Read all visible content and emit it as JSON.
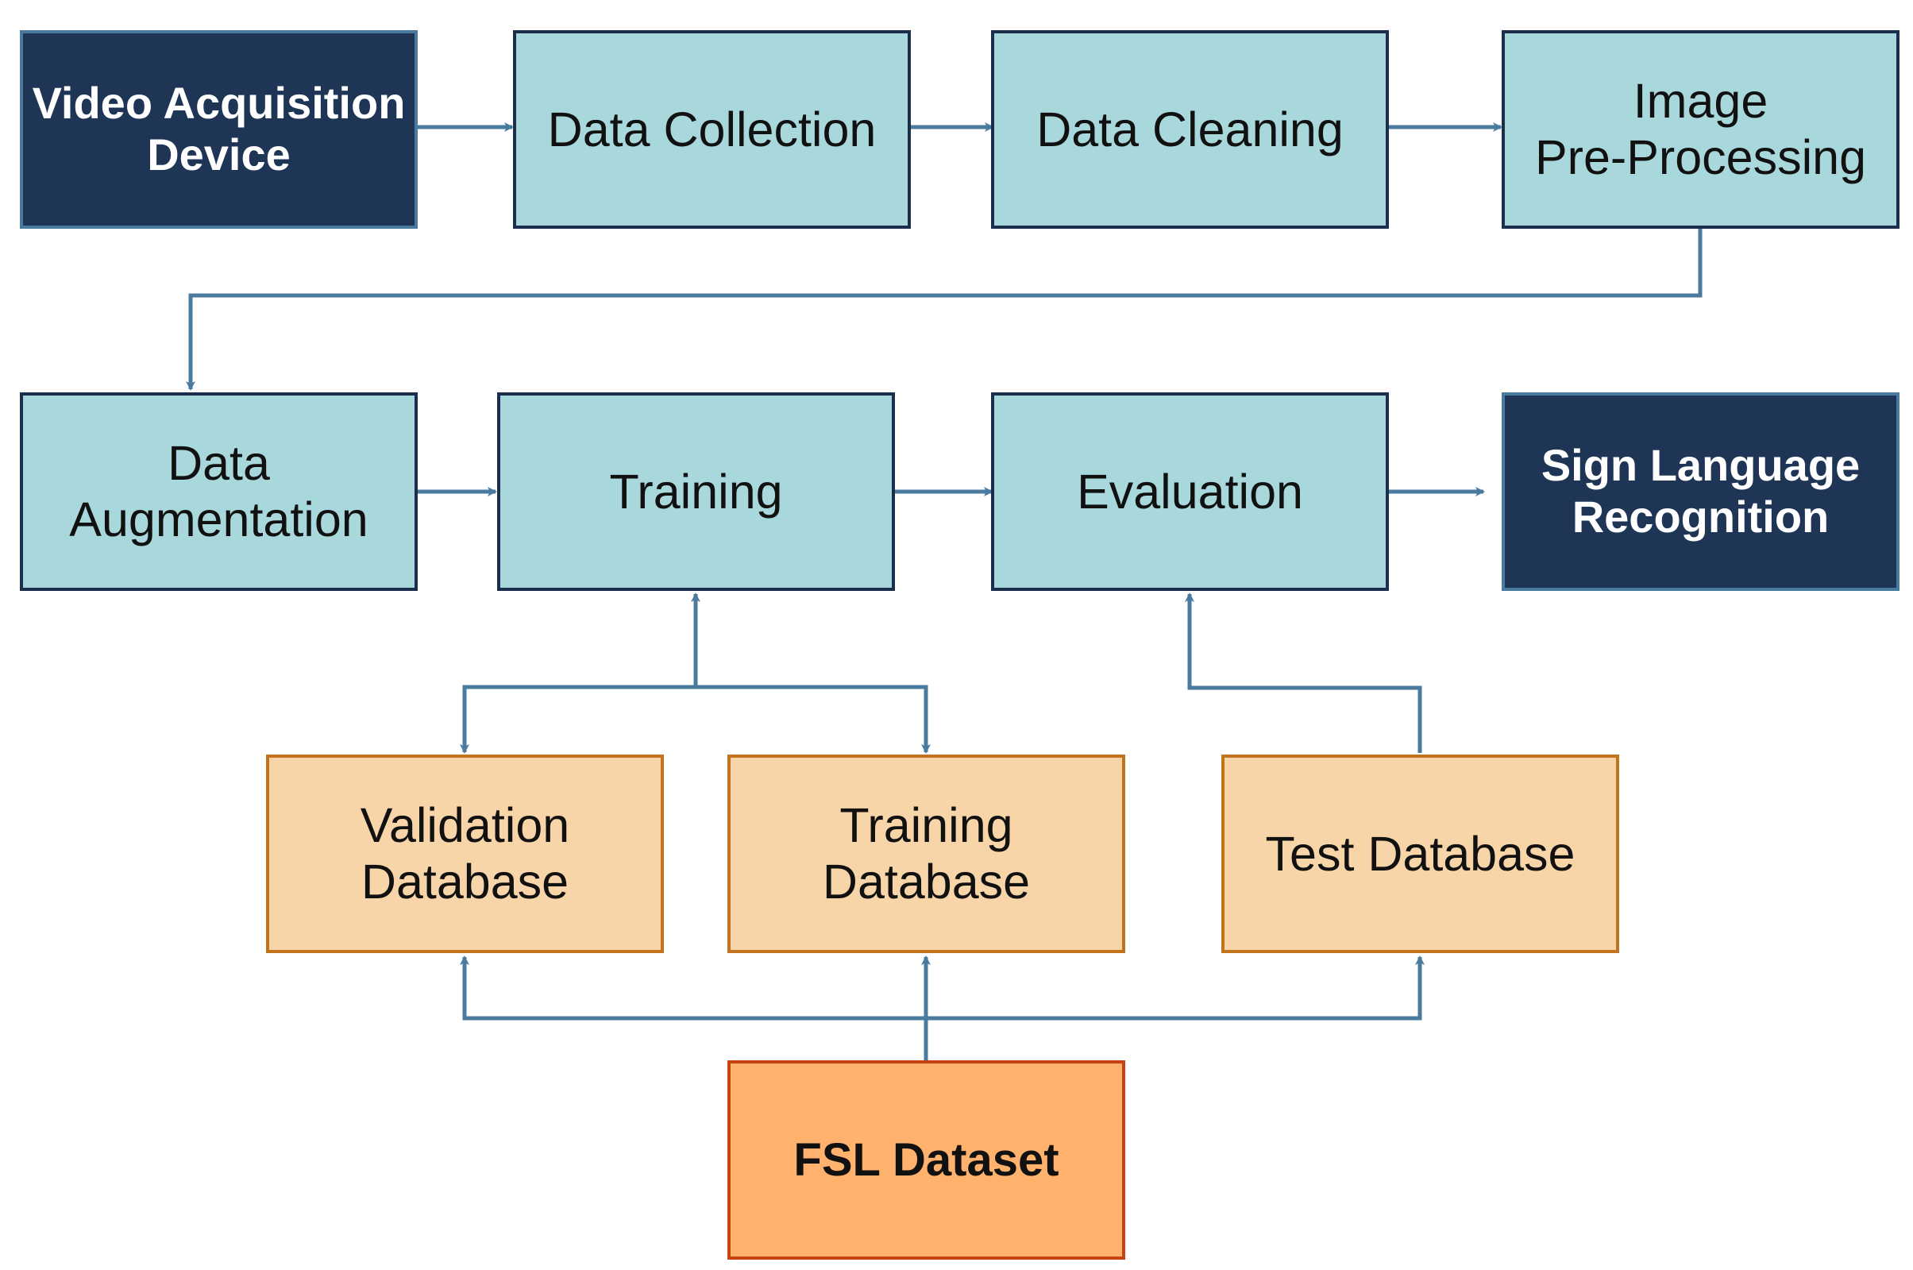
{
  "diagram": {
    "colors": {
      "arrow": "#4a7b9f",
      "dark_fill": "#1f3556",
      "teal_fill": "#a8d8dc",
      "peach_fill": "#f8d5a9",
      "orange_fill": "#ffb26e"
    },
    "nodes": {
      "video_acquisition": "Video Acquisition\nDevice",
      "data_collection": "Data Collection",
      "data_cleaning": "Data Cleaning",
      "image_preprocessing": "Image\nPre-Processing",
      "data_augmentation": "Data\nAugmentation",
      "training": "Training",
      "evaluation": "Evaluation",
      "sign_language_recognition": "Sign Language\nRecognition",
      "validation_database": "Validation\nDatabase",
      "training_database": "Training\nDatabase",
      "test_database": "Test Database",
      "fsl_dataset": "FSL Dataset"
    },
    "edges": [
      [
        "video_acquisition",
        "data_collection"
      ],
      [
        "data_collection",
        "data_cleaning"
      ],
      [
        "data_cleaning",
        "image_preprocessing"
      ],
      [
        "image_preprocessing",
        "data_augmentation"
      ],
      [
        "data_augmentation",
        "training"
      ],
      [
        "training",
        "evaluation"
      ],
      [
        "evaluation",
        "sign_language_recognition"
      ],
      [
        "training",
        "validation_database"
      ],
      [
        "training",
        "training_database"
      ],
      [
        "validation_database",
        "training"
      ],
      [
        "training_database",
        "training"
      ],
      [
        "test_database",
        "evaluation"
      ],
      [
        "fsl_dataset",
        "validation_database"
      ],
      [
        "fsl_dataset",
        "training_database"
      ],
      [
        "fsl_dataset",
        "test_database"
      ]
    ]
  }
}
